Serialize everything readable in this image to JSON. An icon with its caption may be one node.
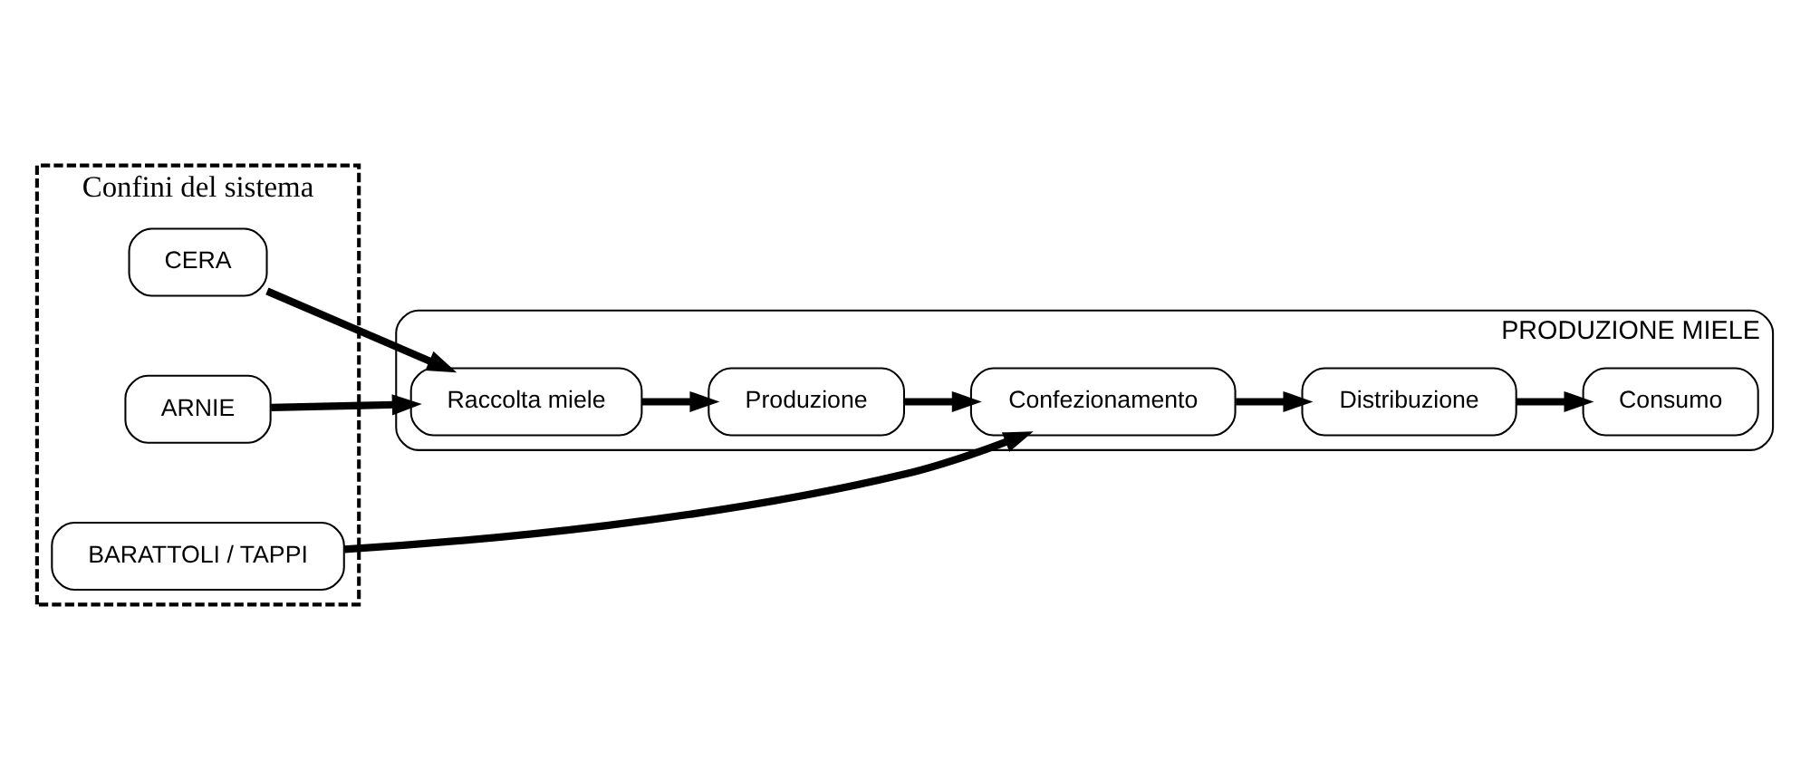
{
  "diagram": {
    "nodes": [
      {
        "text": [
          "Confini del sistema"
        ]
      },
      {
        "text": [
          "CERA"
        ],
        "in": 0
      },
      {
        "text": [
          "ARNIE"
        ],
        "in": 0
      },
      {
        "text": [
          "PRODUZIONE MIELE"
        ]
      },
      {
        "text": [
          "Raccolta miele"
        ],
        "in": 3
      },
      {
        "text": [
          "Produzione"
        ],
        "in": 3
      },
      {
        "text": [
          "Confezionamento"
        ],
        "in": 3
      },
      {
        "text": [
          "Distribuzione"
        ],
        "in": 3
      },
      {
        "text": [
          "Consumo"
        ],
        "in": 3
      },
      {
        "text": [
          "BARATTOLI / TAPPI"
        ],
        "in": 0
      }
    ],
    "edges": [
      {
        "from": 1,
        "to": 4,
        "arrow": "to"
      },
      {
        "from": 2,
        "to": 4,
        "arrow": "to"
      },
      {
        "from": 4,
        "to": 5,
        "arrow": "to"
      },
      {
        "from": 5,
        "to": 6,
        "arrow": "to"
      },
      {
        "from": 6,
        "to": 7,
        "arrow": "to"
      },
      {
        "from": 7,
        "to": 8,
        "arrow": "to"
      },
      {
        "from": 9,
        "to": 6,
        "arrow": "to"
      }
    ]
  }
}
